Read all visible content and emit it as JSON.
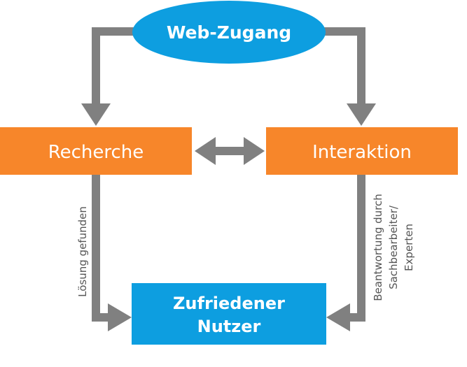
{
  "nodes": {
    "web_access": "Web-Zugang",
    "research": "Recherche",
    "interaction": "Interaktion",
    "satisfied_user": [
      "Zufriedener",
      "Nutzer"
    ]
  },
  "edge_labels": {
    "solution_found": "Lösung gefunden",
    "answer": [
      "Beantwortung durch",
      "Sachbearbeiter/",
      "Experten"
    ]
  },
  "colors": {
    "blue": "#0d9ee0",
    "orange": "#f7862a",
    "arrow_gray": "#808080",
    "label_gray": "#555555"
  }
}
